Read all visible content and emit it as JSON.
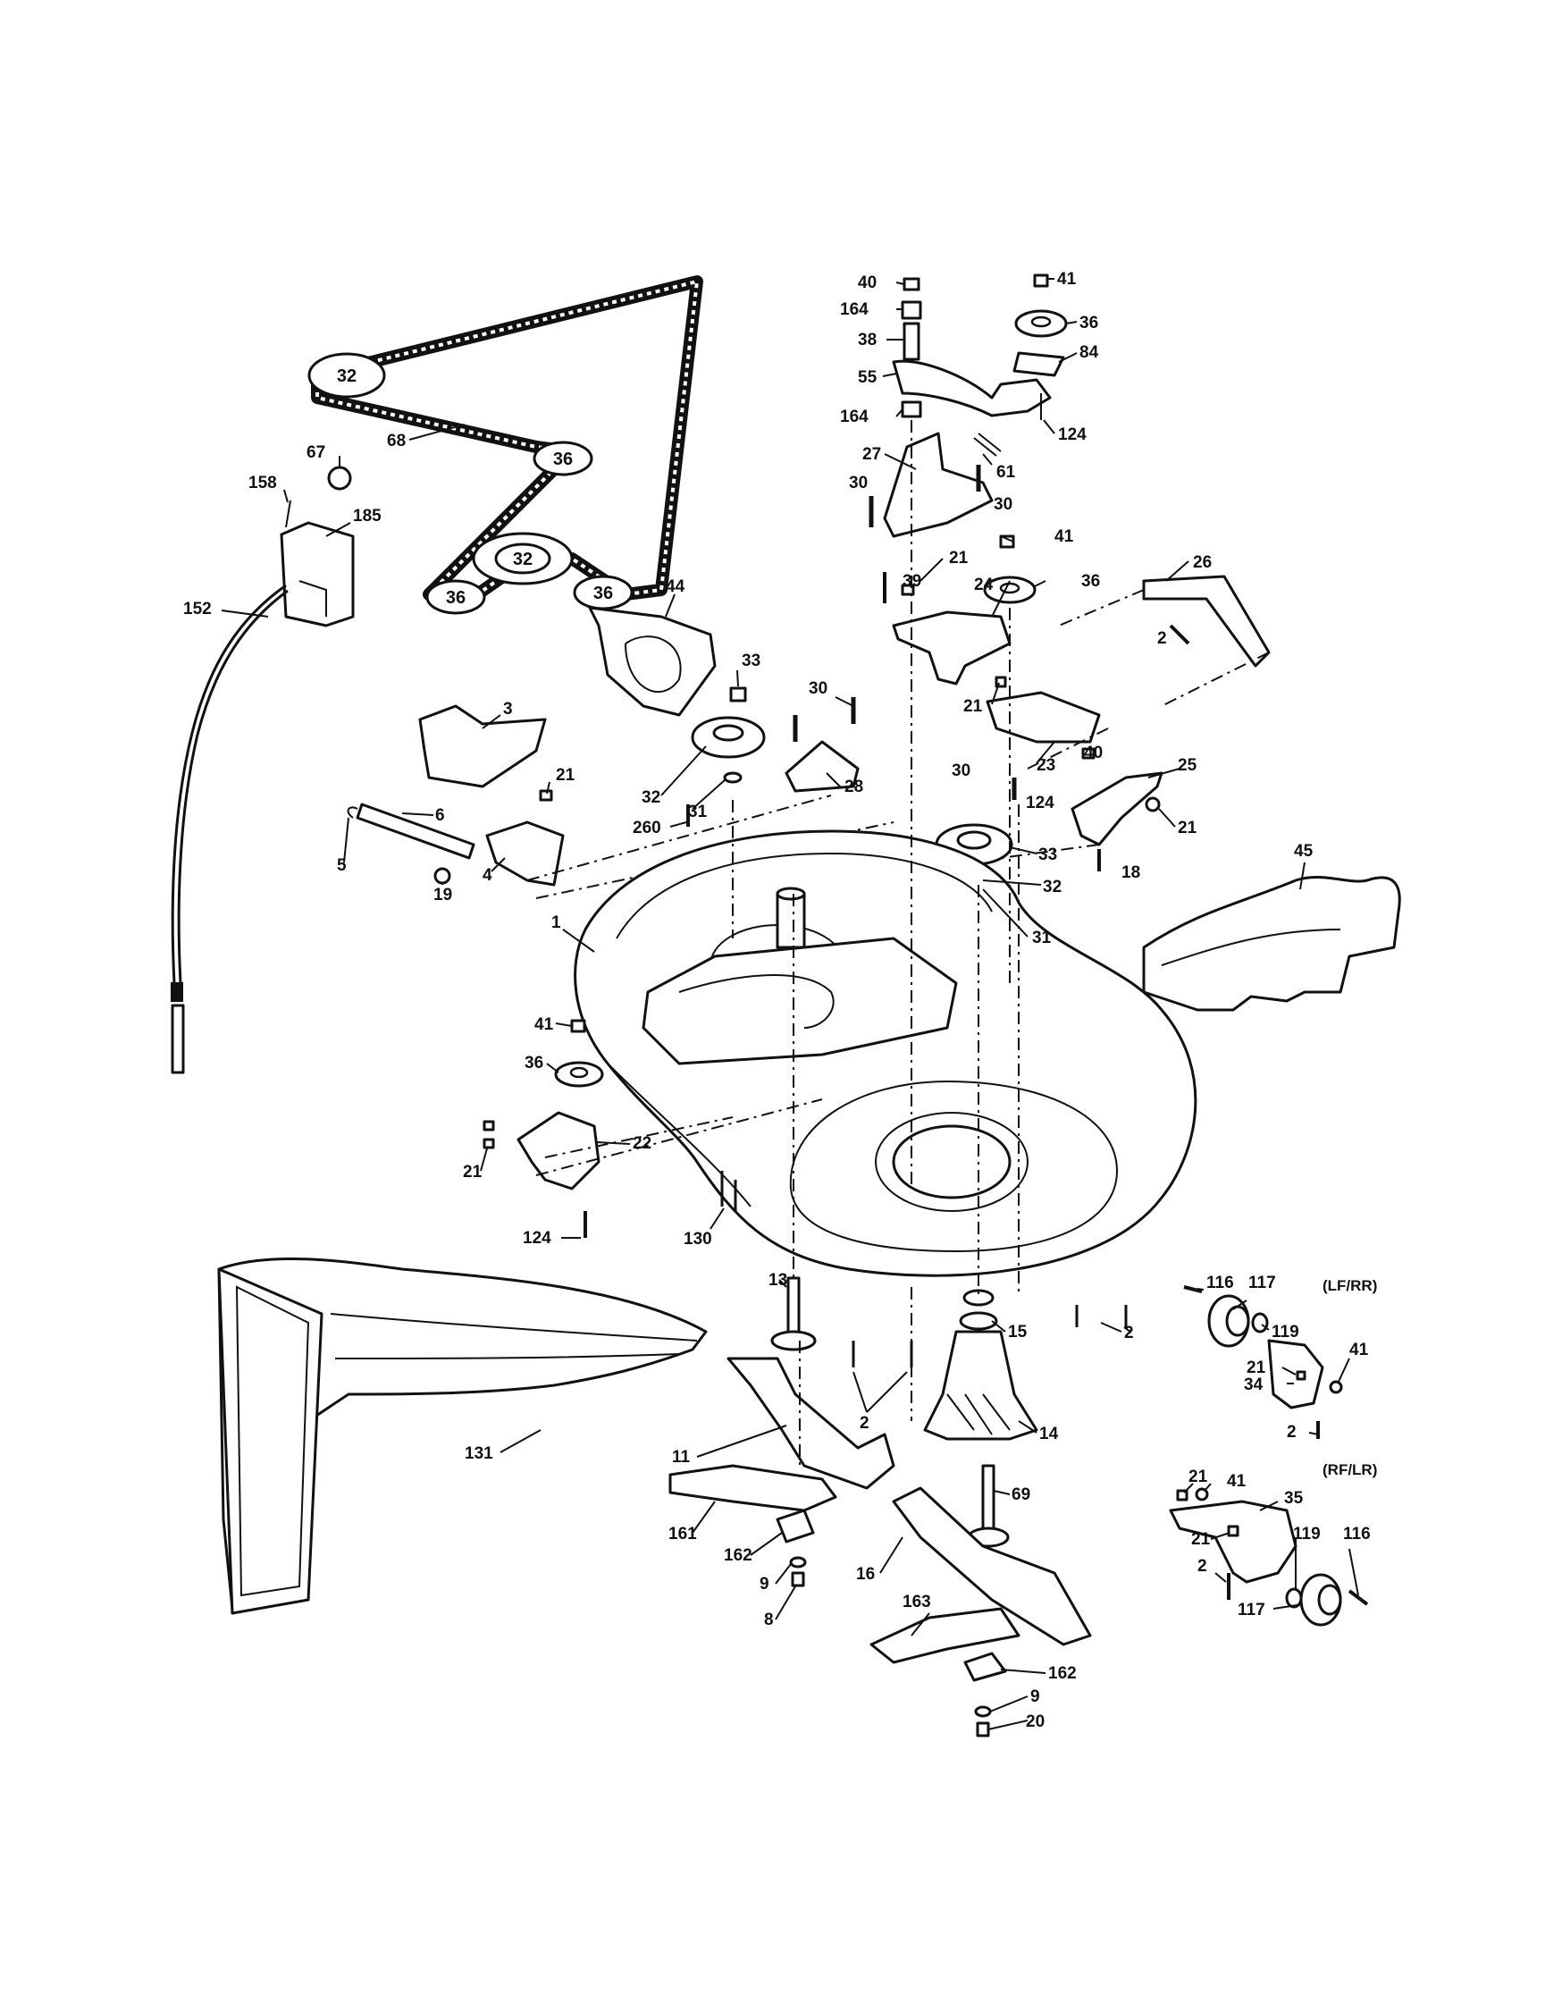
{
  "belt_pulleys": [
    "32",
    "36",
    "32",
    "36",
    "36"
  ],
  "notes": {
    "left_front_right_rear": "(LF/RR)",
    "right_front_left_rear": "(RF/LR)"
  },
  "callouts": [
    "40",
    "164",
    "38",
    "55",
    "164",
    "41",
    "36",
    "84",
    "124",
    "27",
    "61",
    "30",
    "30",
    "39",
    "21",
    "41",
    "36",
    "24",
    "26",
    "2",
    "21",
    "23",
    "40",
    "25",
    "21",
    "18",
    "30",
    "124",
    "33",
    "32",
    "31",
    "45",
    "44",
    "33",
    "30",
    "28",
    "32",
    "31",
    "260",
    "3",
    "21",
    "6",
    "5",
    "4",
    "19",
    "1",
    "41",
    "36",
    "22",
    "21",
    "124",
    "130",
    "13",
    "15",
    "2",
    "2",
    "14",
    "11",
    "69",
    "161",
    "162",
    "9",
    "8",
    "16",
    "163",
    "162",
    "9",
    "20",
    "131",
    "67",
    "158",
    "185",
    "152",
    "68",
    "116",
    "117",
    "119",
    "21",
    "41",
    "34",
    "2",
    "21",
    "41",
    "35",
    "21",
    "119",
    "116",
    "2",
    "117"
  ]
}
